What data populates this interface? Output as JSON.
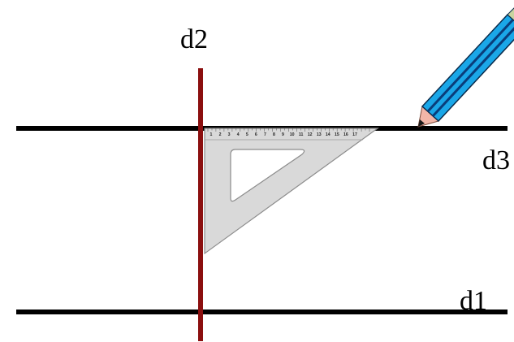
{
  "labels": {
    "d1": "d1",
    "d2": "d2",
    "d3": "d3"
  },
  "ruler_numbers": [
    "1",
    "2",
    "3",
    "4",
    "5",
    "6",
    "7",
    "8",
    "9",
    "10",
    "11",
    "12",
    "13",
    "14",
    "15",
    "16",
    "17"
  ],
  "icons": {
    "set_square": "set-square-icon",
    "pencil": "pencil-icon"
  },
  "colors": {
    "line_d1": "#000000",
    "line_d3": "#000000",
    "line_d2": "#8b0f0f",
    "set_square_fill": "#d9d9d9",
    "set_square_stroke": "#8c8c8c",
    "pencil_body": "#1aa7e8",
    "pencil_stripe": "#0a3d7a",
    "pencil_wood": "#f2b6a8",
    "pencil_lead": "#1a1a1a"
  }
}
